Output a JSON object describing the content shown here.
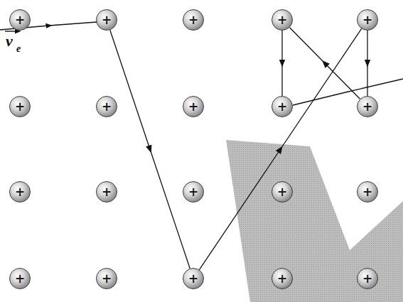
{
  "diagram": {
    "nodes": [
      {
        "text": [
          "+"
        ]
      },
      {
        "text": [
          "+"
        ]
      },
      {
        "text": [
          "+"
        ]
      },
      {
        "text": [
          "+"
        ]
      },
      {
        "text": [
          "+"
        ]
      },
      {
        "text": [
          "+"
        ]
      },
      {
        "text": [
          "+"
        ]
      },
      {
        "text": [
          "+"
        ]
      },
      {
        "text": [
          "+"
        ]
      },
      {
        "text": [
          "+"
        ]
      },
      {
        "text": [
          "+"
        ]
      },
      {
        "text": [
          "+"
        ]
      },
      {
        "text": [
          "+"
        ]
      },
      {
        "text": [
          "+"
        ]
      },
      {
        "text": [
          "+"
        ]
      },
      {
        "text": [
          "+"
        ]
      },
      {
        "text": [
          "+"
        ]
      },
      {
        "text": [
          "+"
        ]
      },
      {
        "text": [
          "+"
        ]
      },
      {
        "text": [
          "+"
        ]
      }
    ],
    "edges": [
      {
        "from": 1,
        "to": 17,
        "arrow": "to"
      },
      {
        "from": 17,
        "to": 4,
        "arrow": "to"
      },
      {
        "from": 4,
        "to": 9,
        "arrow": "to"
      },
      {
        "from": 9,
        "to": 3,
        "arrow": "to"
      },
      {
        "from": 3,
        "to": 8,
        "arrow": "to"
      }
    ],
    "labels": [
      "v",
      "e"
    ]
  }
}
